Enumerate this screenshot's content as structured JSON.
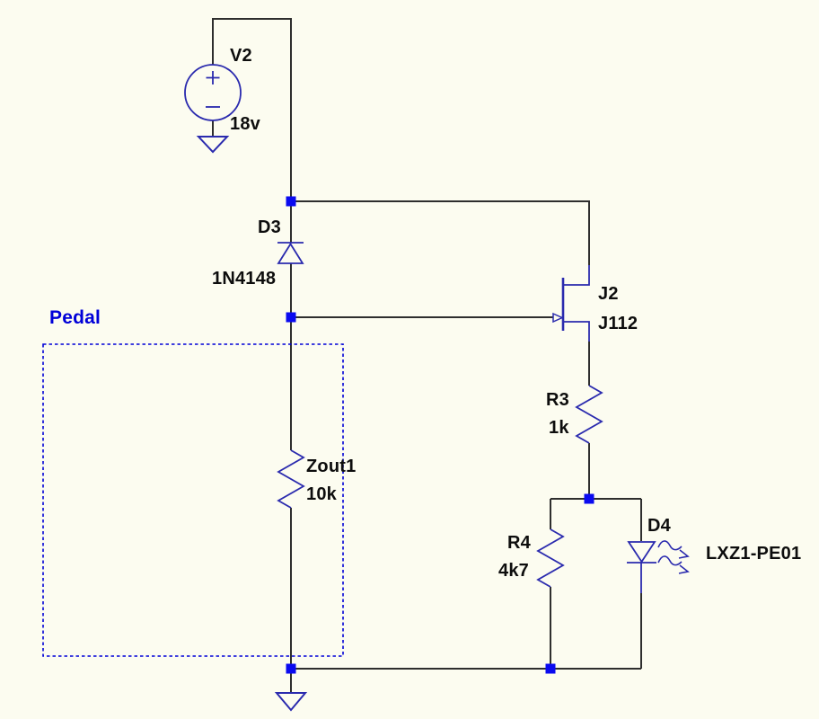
{
  "schematic": {
    "components": {
      "v2": {
        "designator": "V2",
        "value": "18v",
        "type": "voltage-source"
      },
      "d3": {
        "designator": "D3",
        "value": "1N4148",
        "type": "diode"
      },
      "zout1": {
        "designator": "Zout1",
        "value": "10k",
        "type": "resistor"
      },
      "j2": {
        "designator": "J2",
        "value": "J112",
        "type": "n-jfet"
      },
      "r3": {
        "designator": "R3",
        "value": "1k",
        "type": "resistor"
      },
      "r4": {
        "designator": "R4",
        "value": "4k7",
        "type": "resistor"
      },
      "d4": {
        "designator": "D4",
        "value": "LXZ1-PE01",
        "type": "led"
      }
    },
    "annotations": {
      "pedal_box_label": "Pedal"
    },
    "colors": {
      "background": "#fcfcf0",
      "wire": "#2e2e2e",
      "symbol": "#2a2aae",
      "junction": "#0a0af0",
      "annotation": "#0000d8",
      "label_text": "#0d0d0d"
    }
  }
}
